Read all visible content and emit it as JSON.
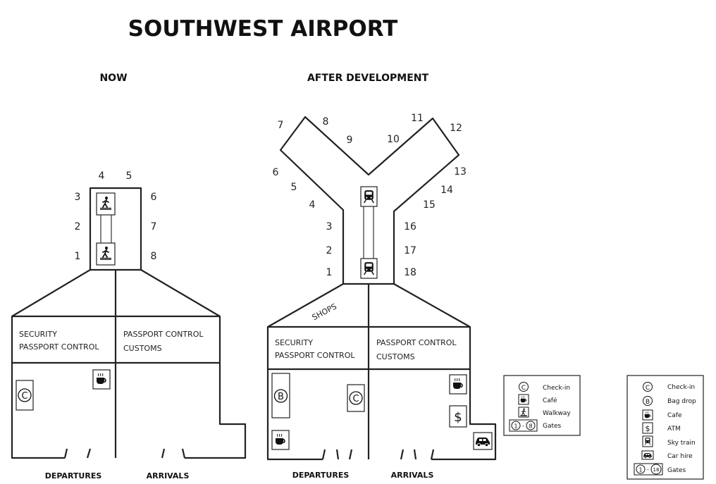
{
  "title": "SOUTHWEST AIRPORT",
  "now": {
    "heading": "NOW",
    "gates": [
      "1",
      "2",
      "3",
      "4",
      "5",
      "6",
      "7",
      "8"
    ],
    "left_zone": [
      "SECURITY",
      "PASSPORT CONTROL"
    ],
    "right_zone": [
      "PASSPORT CONTROL",
      "CUSTOMS"
    ],
    "departures": "DEPARTURES",
    "arrivals": "ARRIVALS"
  },
  "after": {
    "heading": "AFTER DEVELOPMENT",
    "gates": [
      "1",
      "2",
      "3",
      "4",
      "5",
      "6",
      "7",
      "8",
      "9",
      "10",
      "11",
      "12",
      "13",
      "14",
      "15",
      "16",
      "17",
      "18"
    ],
    "shops": "SHOPS",
    "left_zone": [
      "SECURITY",
      "PASSPORT CONTROL"
    ],
    "right_zone": [
      "PASSPORT CONTROL",
      "CUSTOMS"
    ],
    "departures": "DEPARTURES",
    "arrivals": "ARRIVALS"
  },
  "legend_now": [
    {
      "icon": "check-in-icon",
      "label": "Check-in"
    },
    {
      "icon": "cafe-icon",
      "label": "Café"
    },
    {
      "icon": "walkway-icon",
      "label": "Walkway"
    },
    {
      "icon": "gates-icon",
      "label": "Gates",
      "range": [
        "1",
        "8"
      ]
    }
  ],
  "legend_after": [
    {
      "icon": "check-in-icon",
      "label": "Check-in"
    },
    {
      "icon": "bag-drop-icon",
      "label": "Bag drop"
    },
    {
      "icon": "cafe-icon",
      "label": "Cafe"
    },
    {
      "icon": "atm-icon",
      "label": "ATM"
    },
    {
      "icon": "sky-train-icon",
      "label": "Sky train"
    },
    {
      "icon": "car-hire-icon",
      "label": "Car hire"
    },
    {
      "icon": "gates-icon",
      "label": "Gates",
      "range": [
        "1",
        "18"
      ]
    }
  ],
  "symbols": {
    "check_in": "C",
    "bag_drop": "B",
    "atm": "$",
    "range_sep": "-"
  }
}
